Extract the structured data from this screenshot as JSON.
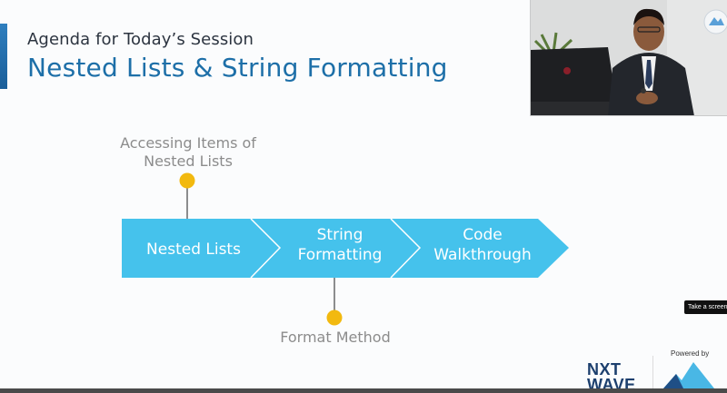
{
  "slide": {
    "subtitle": "Agenda for Today’s Session",
    "title": "Nested Lists & String Formatting"
  },
  "diagram": {
    "steps": [
      {
        "label_line1": "Nested Lists",
        "label_line2": ""
      },
      {
        "label_line1": "String",
        "label_line2": "Formatting"
      },
      {
        "label_line1": "Code",
        "label_line2": "Walkthrough"
      }
    ],
    "annotations": {
      "top_line1": "Accessing Items of",
      "top_line2": "Nested Lists",
      "bottom": "Format Method"
    },
    "colors": {
      "arrow": "#45c2ec",
      "dot": "#f2b90f",
      "connector": "#444444"
    }
  },
  "overlay": {
    "screenshot_tooltip": "Take a screenshot"
  },
  "branding": {
    "powered_by": "Powered by",
    "logo_line1": "NXT",
    "logo_line2": "WAVE"
  }
}
